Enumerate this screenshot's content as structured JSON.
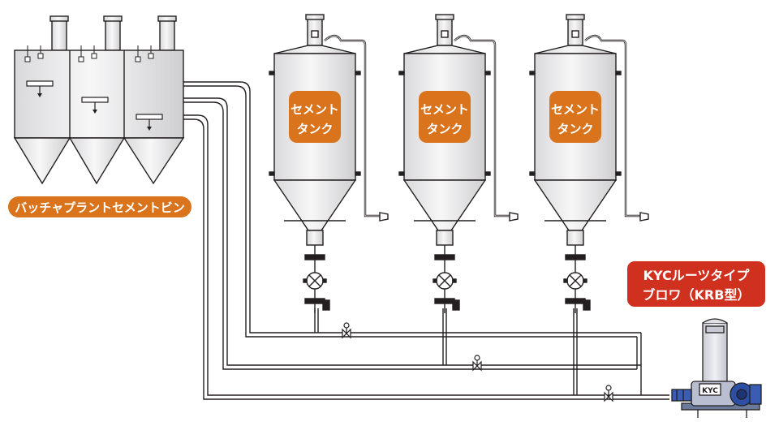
{
  "labels": {
    "batcher_bin": "バッチャプラントセメントビン",
    "tanks": [
      {
        "line1": "セメント",
        "line2": "タンク"
      },
      {
        "line1": "セメント",
        "line2": "タンク"
      },
      {
        "line1": "セメント",
        "line2": "タンク"
      }
    ],
    "blower_line1": "KYCルーツタイプ",
    "blower_line2": "ブロワ（KRB型）",
    "blower_badge": "KYC"
  },
  "colors": {
    "orange_label": "#d9731c",
    "red_label": "#d0311f",
    "tank_body": "#ececed",
    "outline": "#231f20",
    "blower_blue": "#2c4ea3"
  }
}
